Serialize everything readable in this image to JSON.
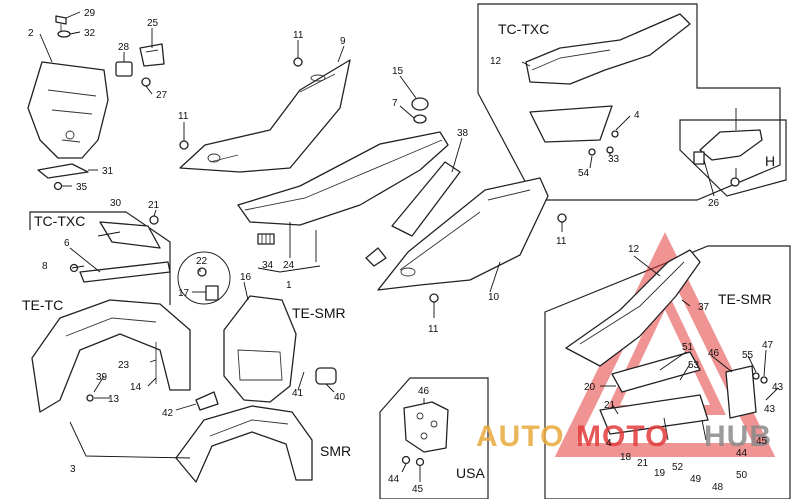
{
  "variant_labels": {
    "tc_txc_top": "TC-TXC",
    "tc_txc_left": "TC-TXC",
    "te_tc": "TE-TC",
    "te_smr_center": "TE-SMR",
    "te_smr_right": "TE-SMR",
    "smr": "SMR",
    "usa": "USA",
    "h": "H"
  },
  "callouts": {
    "c1": "1",
    "c2": "2",
    "c3": "3",
    "c4a": "4",
    "c4b": "4",
    "c6": "6",
    "c7": "7",
    "c8": "8",
    "c9": "9",
    "c10": "10",
    "c11a": "11",
    "c11b": "11",
    "c11c": "11",
    "c11d": "11",
    "c12a": "12",
    "c12b": "12",
    "c13": "13",
    "c14": "14",
    "c15": "15",
    "c16": "16",
    "c17": "17",
    "c18": "18",
    "c19": "19",
    "c20": "20",
    "c21a": "21",
    "c21b": "21",
    "c22": "22",
    "c23": "23",
    "c24": "24",
    "c25": "25",
    "c26": "26",
    "c27": "27",
    "c28": "28",
    "c29": "29",
    "c30": "30",
    "c31": "31",
    "c32": "32",
    "c33": "33",
    "c34": "34",
    "c35": "35",
    "c37": "37",
    "c38": "38",
    "c39": "39",
    "c40": "40",
    "c41": "41",
    "c42": "42",
    "c43a": "43",
    "c43b": "43",
    "c44a": "44",
    "c44b": "44",
    "c45a": "45",
    "c45b": "45",
    "c46a": "46",
    "c46b": "46",
    "c47": "47",
    "c48": "48",
    "c49": "49",
    "c50": "50",
    "c51": "51",
    "c52": "52",
    "c53": "53",
    "c54": "54",
    "c55": "55"
  },
  "watermark": {
    "brand_a": "AUTO",
    "brand_b": "MOTO",
    "brand_c": "HUB",
    "color_gold": "#e8a93a",
    "color_red": "#e23b3b",
    "color_gray": "#8a8a8a"
  }
}
